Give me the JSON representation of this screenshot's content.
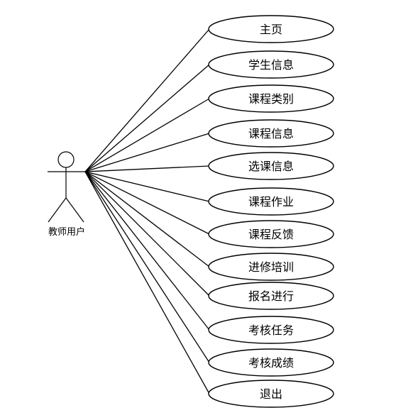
{
  "actor": {
    "label": "教师用户"
  },
  "use_cases": [
    {
      "label": "主页"
    },
    {
      "label": "学生信息"
    },
    {
      "label": "课程类别"
    },
    {
      "label": "课程信息"
    },
    {
      "label": "选课信息"
    },
    {
      "label": "课程作业"
    },
    {
      "label": "课程反馈"
    },
    {
      "label": "进修培训"
    },
    {
      "label": "报名进行"
    },
    {
      "label": "考核任务"
    },
    {
      "label": "考核成绩"
    },
    {
      "label": "退出"
    }
  ]
}
